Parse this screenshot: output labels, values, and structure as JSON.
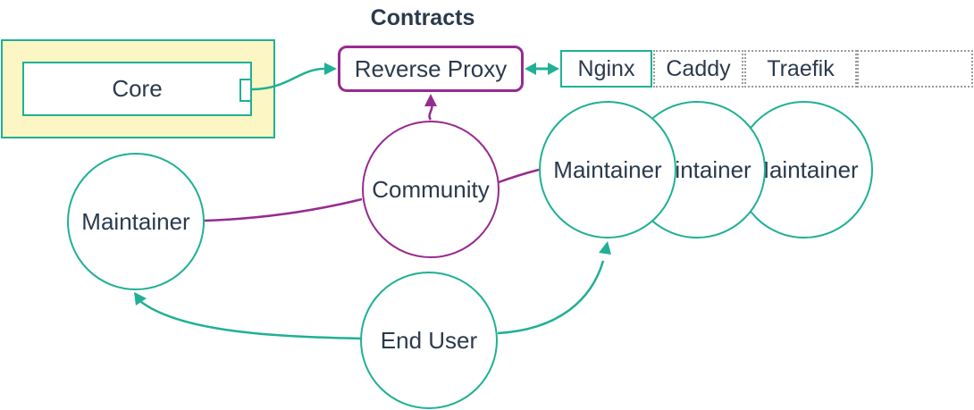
{
  "title": "Contracts",
  "colors": {
    "teal": "#20B095",
    "purple": "#962B90",
    "node_text": "#2B3A4D",
    "core_fill": "#FCF6C4",
    "dotted_border": "#9A9A9A",
    "background": "#FFFFFF"
  },
  "nodes": {
    "core": {
      "label": "Core"
    },
    "reverse_proxy": {
      "label": "Reverse Proxy"
    },
    "community": {
      "label": "Community"
    },
    "maintainer_left": {
      "label": "Maintainer"
    },
    "maintainers_right": [
      {
        "label": "Maintainer"
      },
      {
        "label": "Maintainer"
      },
      {
        "label": "Maintainer"
      }
    ],
    "end_user": {
      "label": "End User"
    },
    "proxy_row": {
      "cells": [
        {
          "label": "Nginx",
          "border": "solid-teal"
        },
        {
          "label": "Caddy",
          "border": "dotted-gray"
        },
        {
          "label": "Traefik",
          "border": "dotted-gray"
        },
        {
          "label": "",
          "border": "dotted-gray"
        }
      ]
    }
  },
  "edges": [
    {
      "from": "core",
      "to": "reverse-proxy",
      "color": "teal",
      "arrows": "end"
    },
    {
      "from": "reverse-proxy",
      "to": "nginx-cell",
      "color": "teal",
      "arrows": "both"
    },
    {
      "from": "community",
      "to": "reverse-proxy",
      "color": "purple",
      "arrows": "end"
    },
    {
      "from": "maintainer-left",
      "to": "community",
      "color": "purple",
      "arrows": "none"
    },
    {
      "from": "community",
      "to": "maintainer-right-1",
      "color": "purple",
      "arrows": "none"
    },
    {
      "from": "end-user",
      "to": "maintainer-left",
      "color": "teal",
      "arrows": "end"
    },
    {
      "from": "end-user",
      "to": "maintainer-right-1",
      "color": "teal",
      "arrows": "end"
    }
  ]
}
